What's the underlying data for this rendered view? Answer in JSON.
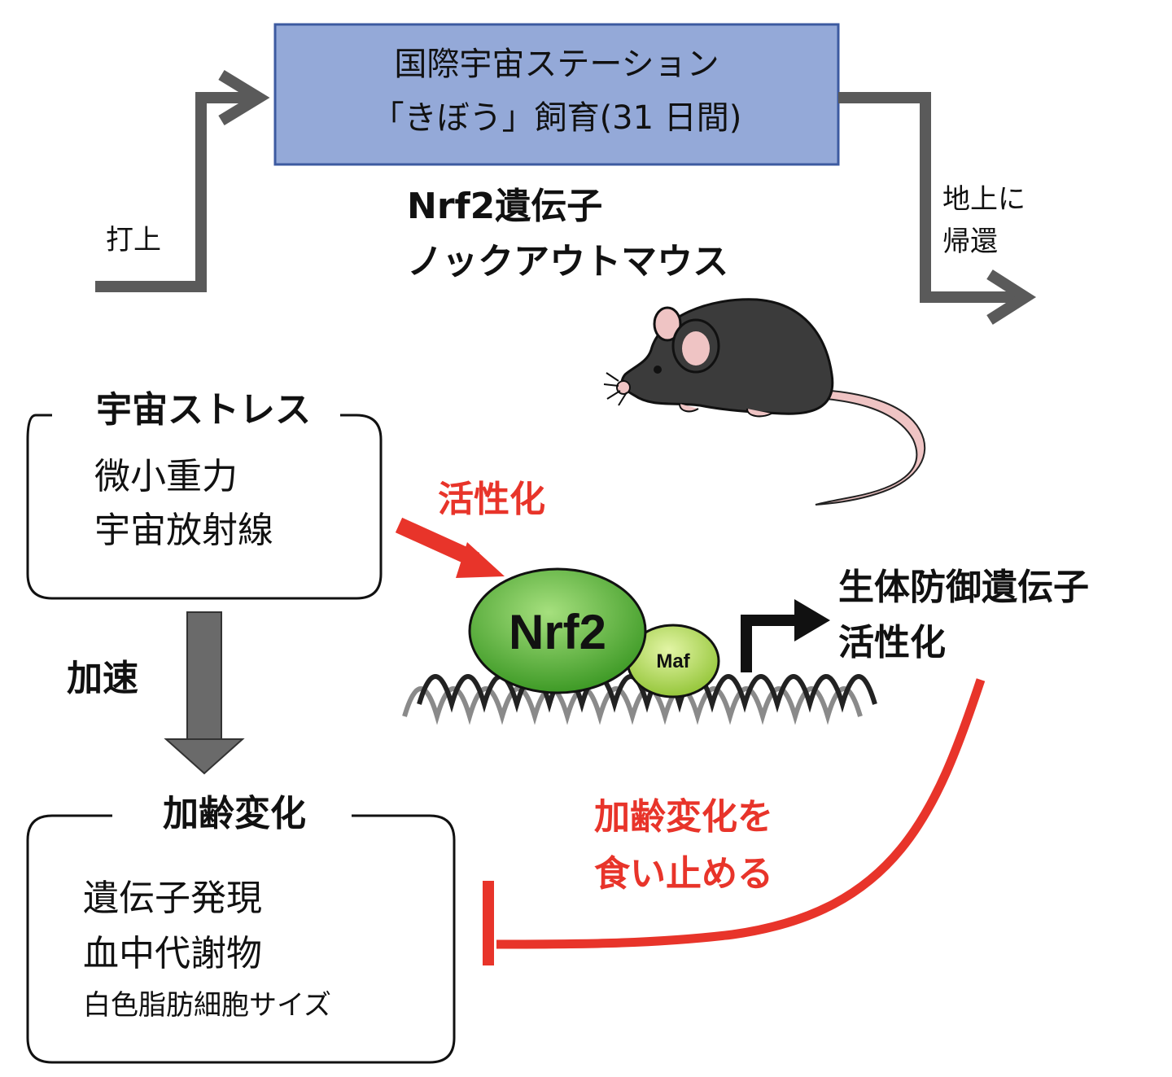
{
  "iss_box": {
    "line1": "国際宇宙ステーション",
    "line2": "「きぼう」飼育(31 日間)"
  },
  "launch_label": "打上",
  "return_label": {
    "line1": "地上に",
    "line2": "帰還"
  },
  "mouse_title": {
    "line1": "Nrf2遺伝子",
    "line2": "ノックアウトマウス"
  },
  "space_stress": {
    "title": "宇宙ストレス",
    "items": [
      "微小重力",
      "宇宙放射線"
    ]
  },
  "activation_label": "活性化",
  "nrf2_label": "Nrf2",
  "maf_label": "Maf",
  "defense_genes": {
    "line1": "生体防御遺伝子",
    "line2": "活性化"
  },
  "accelerate_label": "加速",
  "aging": {
    "title": "加齢変化",
    "items": [
      "遺伝子発現",
      "血中代謝物",
      "白色脂肪細胞サイズ"
    ]
  },
  "inhibit_label": {
    "line1": "加齢変化を",
    "line2": "食い止める"
  },
  "colors": {
    "iss_box_fill": "#94a9d8",
    "iss_box_stroke": "#3c5aa0",
    "flow_arrow": "#5a5a5a",
    "red_accent": "#e8342a",
    "nrf2_green": "#5cb83a",
    "maf_green": "#b9dd5a",
    "mouse_body": "#3b3b3b",
    "mouse_pink": "#efc4c4"
  }
}
